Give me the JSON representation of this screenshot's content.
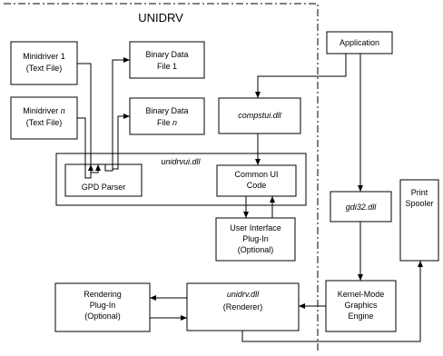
{
  "title": "UNIDRV",
  "nodes": {
    "minidriver1": {
      "line1": "Minidriver 1",
      "line2": "(Text File)"
    },
    "minidriverN": {
      "line1_a": "Minidriver ",
      "line1_b": "n",
      "line2": "(Text File)"
    },
    "binary1": {
      "line1": "Binary Data",
      "line2": "File 1"
    },
    "binaryN": {
      "line1": "Binary Data",
      "line2_a": "File ",
      "line2_b": "n"
    },
    "application": {
      "label": "Application"
    },
    "compstui": {
      "label": "compstui.dll"
    },
    "unidrvui": {
      "label": "unidrvui.dll"
    },
    "gpd_parser": {
      "label": "GPD Parser"
    },
    "common_ui": {
      "line1": "Common UI",
      "line2": "Code"
    },
    "ui_plugin": {
      "line1": "User Interface",
      "line2": "Plug-In",
      "line3": "(Optional)"
    },
    "gdi32": {
      "label": "gdi32.dll"
    },
    "spooler": {
      "line1": "Print",
      "line2": "Spooler"
    },
    "rendering_plugin": {
      "line1": "Rendering",
      "line2": "Plug-In",
      "line3": "(Optional)"
    },
    "unidrv": {
      "line1": "unidrv.dll",
      "line2": "(Renderer)"
    },
    "kernel_engine": {
      "line1": "Kernel-Mode",
      "line2": "Graphics",
      "line3": "Engine"
    }
  }
}
